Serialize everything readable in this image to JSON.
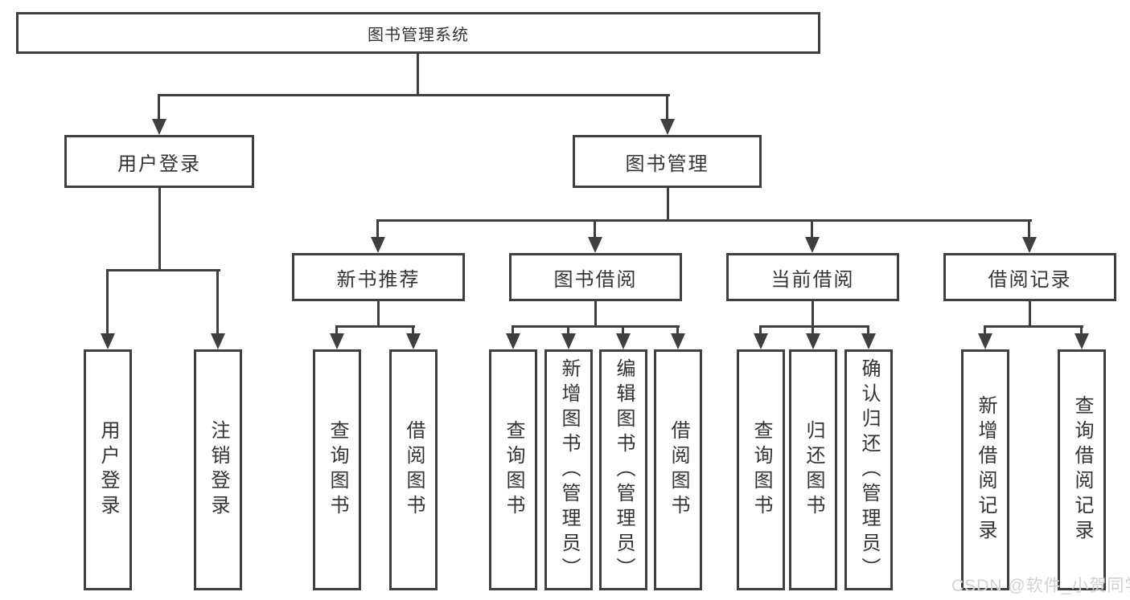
{
  "diagram_type": "hierarchy-tree",
  "colors": {
    "line": "#3f3f3f",
    "text": "#333333",
    "background": "#ffffff",
    "watermark": "#d2d2d2"
  },
  "tree": {
    "label": "图书管理系统",
    "children": [
      {
        "label": "用户登录",
        "children": [
          {
            "label": "用户登录"
          },
          {
            "label": "注销登录"
          }
        ]
      },
      {
        "label": "图书管理",
        "children": [
          {
            "label": "新书推荐",
            "children": [
              {
                "label": "查询图书"
              },
              {
                "label": "借阅图书"
              }
            ]
          },
          {
            "label": "图书借阅",
            "children": [
              {
                "label": "查询图书"
              },
              {
                "label": "新增图书（管理员）"
              },
              {
                "label": "编辑图书（管理员）"
              },
              {
                "label": "借阅图书"
              }
            ]
          },
          {
            "label": "当前借阅",
            "children": [
              {
                "label": "查询图书"
              },
              {
                "label": "归还图书"
              },
              {
                "label": "确认归还（管理员）"
              }
            ]
          },
          {
            "label": "借阅记录",
            "children": [
              {
                "label": "新增借阅记录"
              },
              {
                "label": "查询借阅记录"
              }
            ]
          }
        ]
      }
    ]
  },
  "watermark": {
    "text": "CSDN @软件_小贺同学"
  }
}
